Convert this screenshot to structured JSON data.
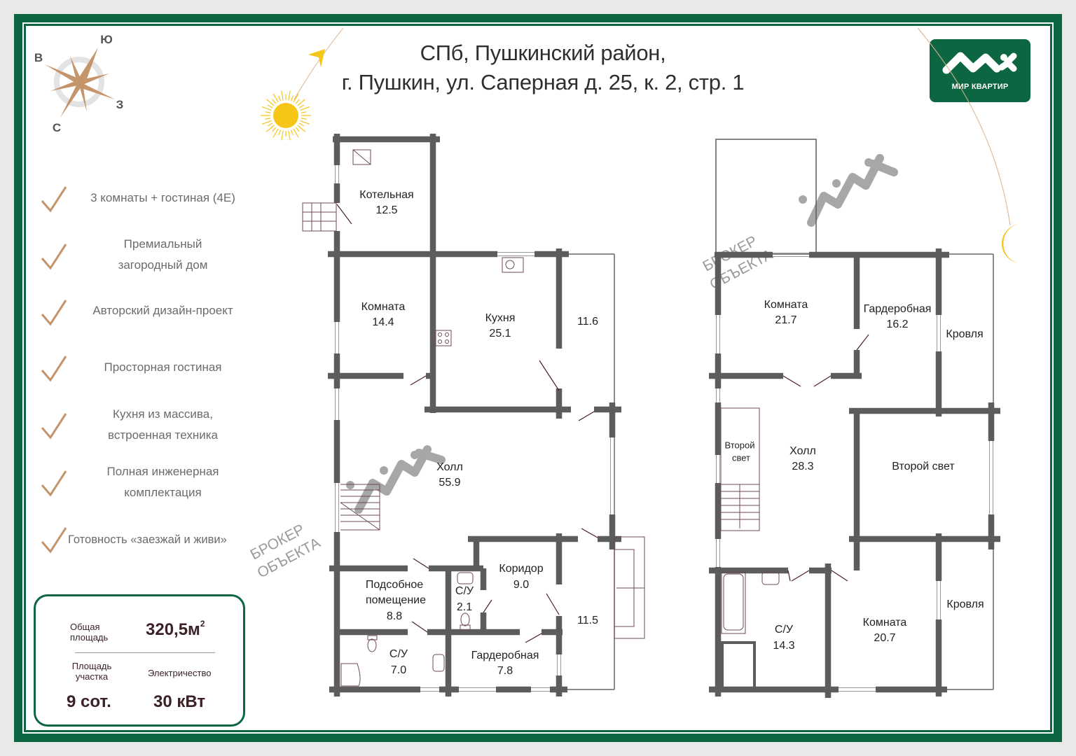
{
  "title": {
    "line1": "СПб, Пушкинский район,",
    "line2": "г. Пушкин, ул. Саперная д. 25, к. 2, стр. 1"
  },
  "compass": {
    "north": "С",
    "south": "Ю",
    "east": "В",
    "west": "З"
  },
  "logo": {
    "text": "МИР КВАРТИР"
  },
  "watermark": {
    "line1": "БРОКЕР",
    "line2": "ОБЪЕКТА"
  },
  "features": [
    {
      "line1": "3 комнаты + гостиная (4Е)",
      "line2": ""
    },
    {
      "line1": "Премиальный",
      "line2": "загородный дом"
    },
    {
      "line1": "Авторский дизайн-проект",
      "line2": ""
    },
    {
      "line1": "Просторная гостиная",
      "line2": ""
    },
    {
      "line1": "Кухня из массива,",
      "line2": "встроенная техника"
    },
    {
      "line1": "Полная инженерная",
      "line2": "комплектация"
    },
    {
      "line1": "Готовность «заезжай и живи»",
      "line2": ""
    }
  ],
  "summary": {
    "total_area_label_1": "Общая",
    "total_area_label_2": "площадь",
    "total_area_value": "320,5м",
    "total_area_unit_sup": "2",
    "plot_label_1": "Площадь",
    "plot_label_2": "участка",
    "plot_value": "9 сот.",
    "power_label": "Электричество",
    "power_value": "30 кВт"
  },
  "floor1": {
    "rooms": [
      {
        "name": "Котельная",
        "area": "12.5"
      },
      {
        "name": "Комната",
        "area": "14.4"
      },
      {
        "name": "Кухня",
        "area": "25.1"
      },
      {
        "name": "",
        "area": "11.6"
      },
      {
        "name": "Холл",
        "area": "55.9"
      },
      {
        "name": "Подсобное",
        "name2": "помещение",
        "area": "8.8"
      },
      {
        "name": "С/У",
        "area": "2.1"
      },
      {
        "name": "Коридор",
        "area": "9.0"
      },
      {
        "name": "",
        "area": "11.5"
      },
      {
        "name": "С/У",
        "area": "7.0"
      },
      {
        "name": "Гардеробная",
        "area": "7.8"
      }
    ]
  },
  "floor2": {
    "rooms": [
      {
        "name": "Комната",
        "area": "21.7"
      },
      {
        "name": "Гардеробная",
        "area": "16.2"
      },
      {
        "name": "Кровля",
        "area": ""
      },
      {
        "name": "Второй",
        "name2": "свет",
        "area": ""
      },
      {
        "name": "Холл",
        "area": "28.3"
      },
      {
        "name": "Второй свет",
        "area": ""
      },
      {
        "name": "С/У",
        "area": "14.3"
      },
      {
        "name": "Комната",
        "area": "20.7"
      },
      {
        "name": "Кровля",
        "area": ""
      }
    ]
  },
  "colors": {
    "brand_green": "#0b6641",
    "wall": "#5c5c5c",
    "accent_tan": "#c4946a",
    "sun": "#f5c518",
    "text_dark": "#3a2226"
  }
}
